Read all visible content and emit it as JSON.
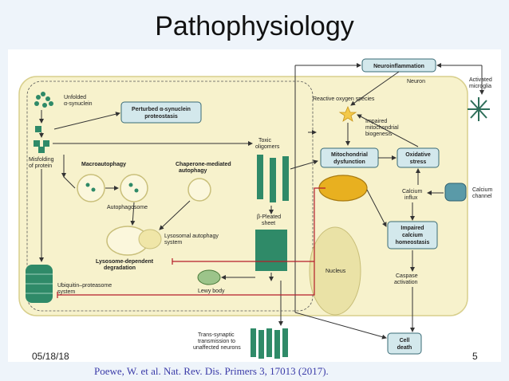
{
  "title": "Pathophysiology",
  "footer": {
    "date": "05/18/18",
    "page": "5",
    "citation": "Poewe, W. et al. Nat. Rev. Dis. Primers 3, 17013 (2017)."
  },
  "diagram": {
    "unfolded": [
      "Unfolded",
      "α-synuclein"
    ],
    "misfolding": [
      "Misfolding",
      "of protein"
    ],
    "perturbed": [
      "Perturbed α-synuclein",
      "proteostasis"
    ],
    "macroautophagy": "Macroautophagy",
    "autophagosome": "Autophagosome",
    "chaperone": [
      "Chaperone-mediated",
      "autophagy"
    ],
    "lysosomal": [
      "Lysosomal autophagy",
      "system"
    ],
    "lysosome_deg": [
      "Lysosome-dependent",
      "degradation"
    ],
    "ubiquitin": [
      "Ubiquitin–proteasome",
      "system"
    ],
    "lewy": "Lewy body",
    "toxic": [
      "Toxic",
      "oligomers"
    ],
    "beta": [
      "β-Pleated",
      "sheet"
    ],
    "trans": [
      "Trans-synaptic",
      "transmission to",
      "unaffected neurons"
    ],
    "neuroinflammation": "Neuroinflammation",
    "neuron": "Neuron",
    "microglia": [
      "Activated",
      "microglia"
    ],
    "ros": "Reactive oxygen species",
    "impaired_mito": [
      "Impaired",
      "mitochondrial",
      "biogenesis"
    ],
    "mito_dys": [
      "Mitochondrial",
      "dysfunction"
    ],
    "oxidative": [
      "Oxidative",
      "stress"
    ],
    "calcium_influx": [
      "Calcium",
      "influx"
    ],
    "calcium_channel": [
      "Calcium",
      "channel"
    ],
    "impaired_calcium": [
      "Impaired",
      "calcium",
      "homeostasis"
    ],
    "nucleus": "Nucleus",
    "caspase": [
      "Caspase",
      "activation"
    ],
    "cell_death": [
      "Cell",
      "death"
    ]
  },
  "colors": {
    "cell_fill": "#f7f2cc",
    "cell_stroke": "#d8cf8c",
    "box_fill": "#d3e8ec",
    "box_stroke": "#3a6b76",
    "protein": "#2f8a68",
    "mito": "#e8b020",
    "inhibit": "#b51d2a",
    "citation": "#3a3aa8"
  }
}
